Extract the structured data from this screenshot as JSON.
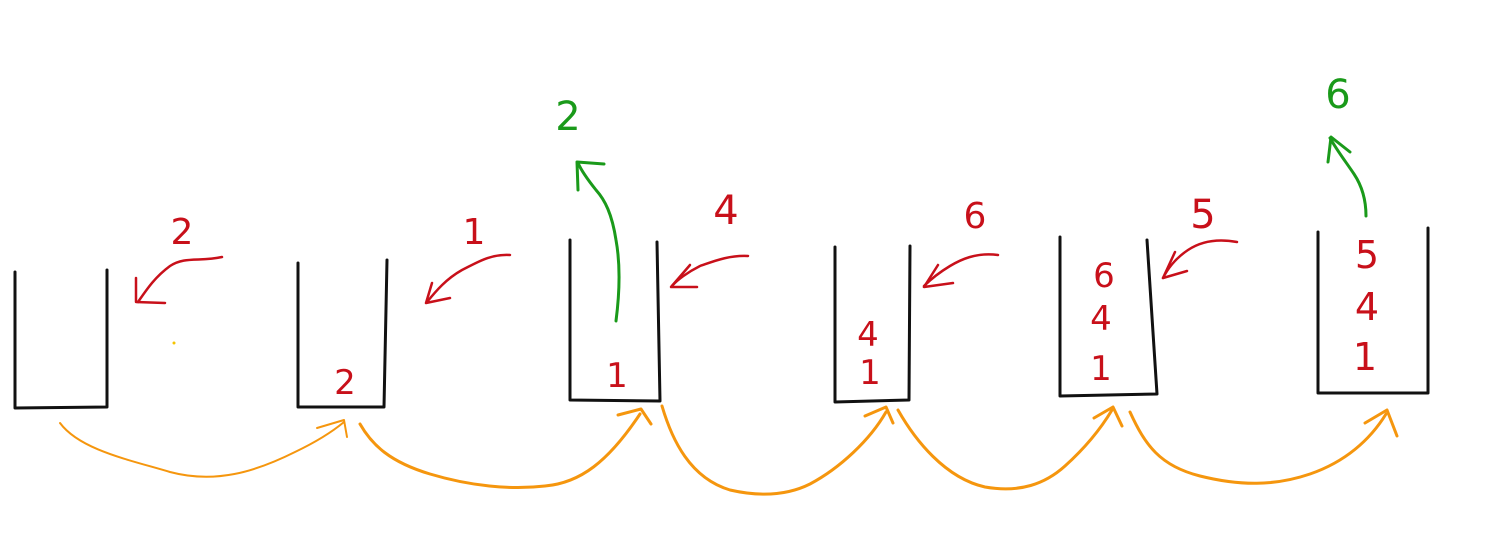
{
  "colors": {
    "container": "#111111",
    "push": "#c8101a",
    "pop": "#1a9a1a",
    "transition": "#f5960e"
  },
  "stacks": [
    {
      "id": 1,
      "items": []
    },
    {
      "id": 2,
      "items": [
        "2"
      ]
    },
    {
      "id": 3,
      "items": [
        "1"
      ]
    },
    {
      "id": 4,
      "items": [
        "4",
        "1"
      ]
    },
    {
      "id": 5,
      "items": [
        "6",
        "4",
        "1"
      ]
    },
    {
      "id": 6,
      "items": [
        "5",
        "4",
        "1"
      ]
    }
  ],
  "pushes": [
    "2",
    "1",
    "4",
    "6",
    "5"
  ],
  "pops": [
    "2",
    "6"
  ]
}
